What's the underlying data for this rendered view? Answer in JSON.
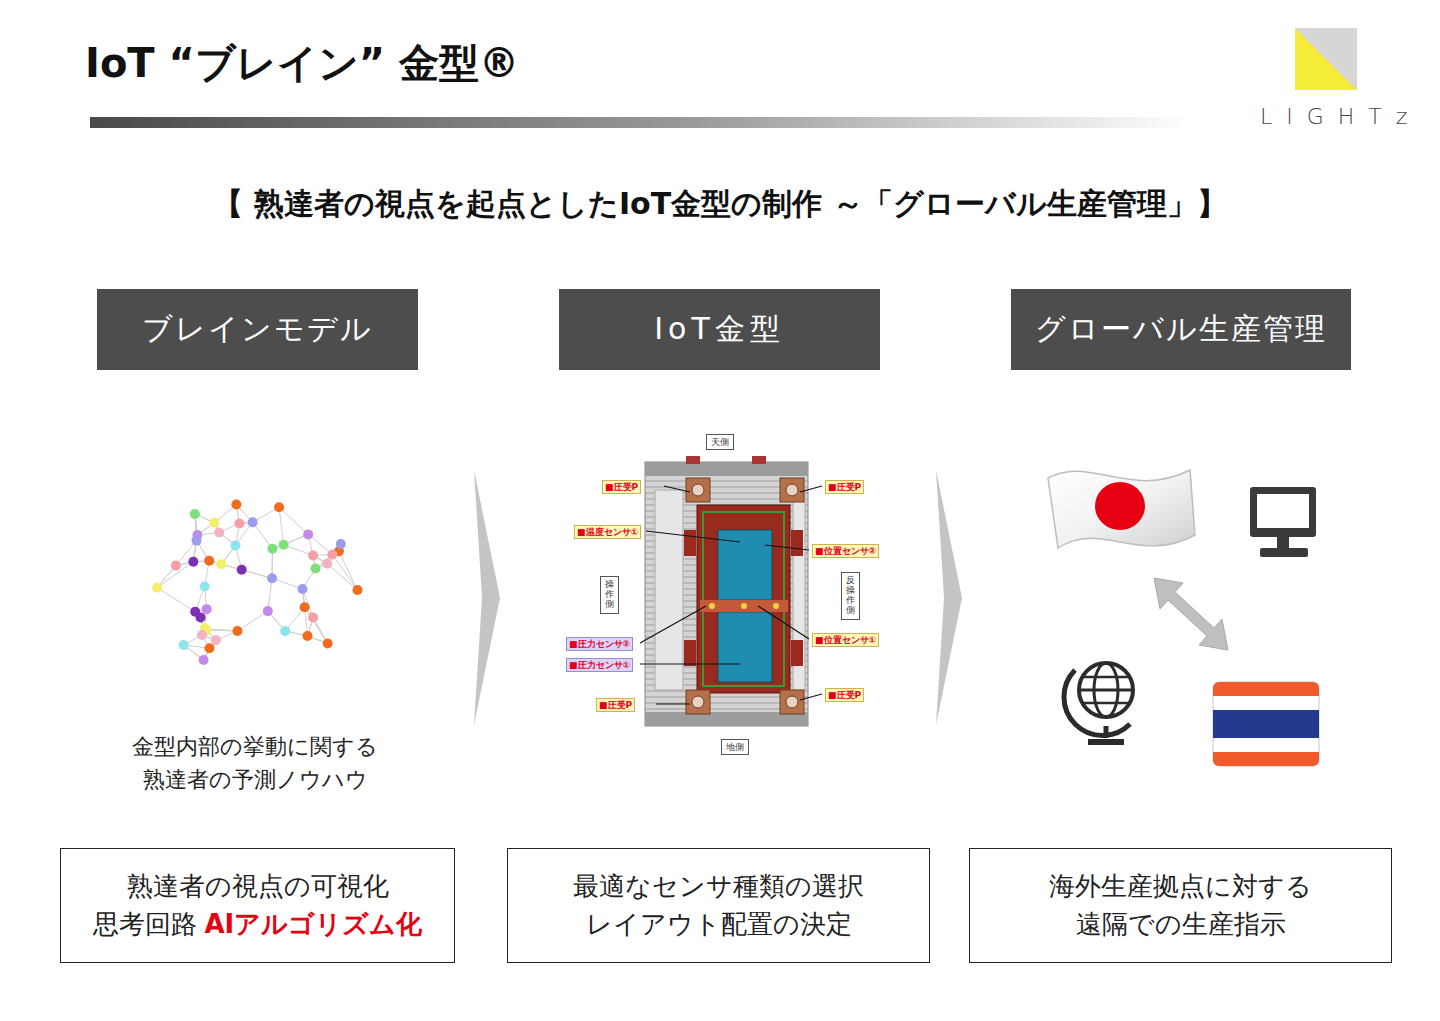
{
  "diagram": {
    "title": "IoT “ブレイン” 金型®",
    "nodes": [
      {
        "text": [
          "ブレインモデル"
        ]
      },
      {
        "text": [
          "IoT金型"
        ]
      },
      {
        "text": [
          "グローバル生産管理"
        ]
      },
      {
        "text": [
          "熟達者の視点の可視化 思考回路",
          "AIアルゴリズム化"
        ]
      },
      {
        "text": [
          "最適なセンサ種類の選択 レイアウト配置の決定"
        ]
      },
      {
        "text": [
          "海外生産拠点に対する 遠隔での生産指示"
        ]
      }
    ],
    "labels": [
      "LIGHTz",
      "【 熟達者の視点を起点としたIoT金型の制作 ～「グローバル生産管理」】",
      "金型内部の挙動に関する 熟達者の予測ノウハウ",
      "天側",
      "地側",
      "操作側",
      "反操作側",
      "■圧受P",
      "■圧受P",
      "■圧受P",
      "■圧受P",
      "■温度センサ①",
      "■位置センサ②",
      "■位置センサ①",
      "■圧力センサ②",
      "■圧力センサ①"
    ]
  }
}
